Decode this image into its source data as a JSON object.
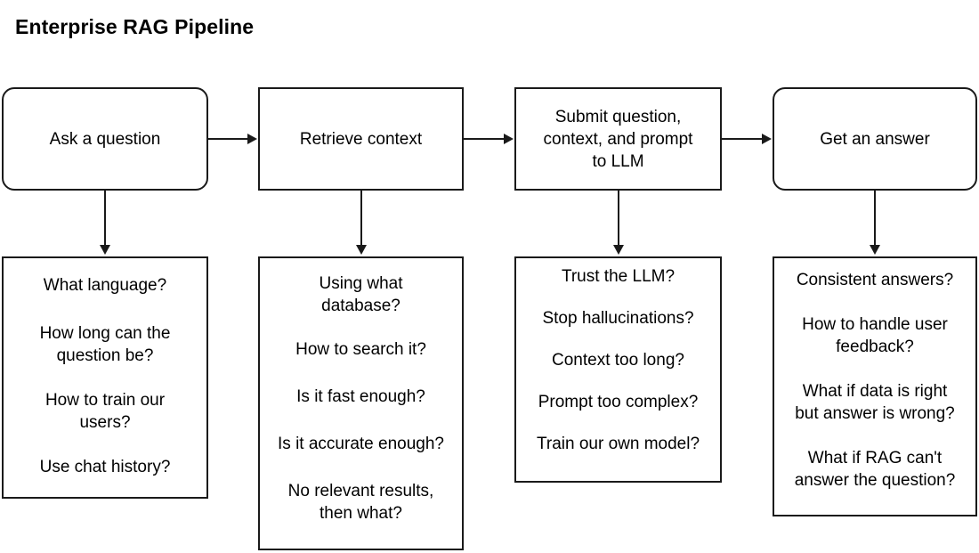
{
  "title": "Enterprise RAG Pipeline",
  "diagram": {
    "stages": [
      {
        "id": "ask",
        "label": "Ask a question",
        "shape": "rounded-rect",
        "questions": [
          "What language?",
          "How long can the\nquestion be?",
          "How to train our\nusers?",
          "Use chat history?"
        ]
      },
      {
        "id": "retrieve",
        "label": "Retrieve context",
        "shape": "rect",
        "questions": [
          "Using what\ndatabase?",
          "How to search it?",
          "Is it fast enough?",
          "Is it accurate enough?",
          "No relevant results,\nthen what?"
        ]
      },
      {
        "id": "submit",
        "label": "Submit question,\ncontext, and prompt\nto LLM",
        "shape": "rect",
        "questions": [
          "Trust the LLM?",
          "Stop hallucinations?",
          "Context too long?",
          "Prompt too complex?",
          "Train our own model?"
        ]
      },
      {
        "id": "answer",
        "label": "Get an answer",
        "shape": "rounded-rect",
        "questions": [
          "Consistent answers?",
          "How to handle user\nfeedback?",
          "What if data is right\nbut answer is wrong?",
          "What if RAG can't\nanswer the question?"
        ]
      }
    ],
    "connectors": {
      "flow_arrows": [
        "ask-to-retrieve",
        "retrieve-to-submit",
        "submit-to-answer"
      ],
      "drilldown_arrows": [
        "ask-to-questions",
        "retrieve-to-questions",
        "submit-to-questions",
        "answer-to-questions"
      ]
    },
    "colors": {
      "stroke": "#1a1a1a",
      "fill": "#ffffff",
      "text": "#000000"
    }
  }
}
